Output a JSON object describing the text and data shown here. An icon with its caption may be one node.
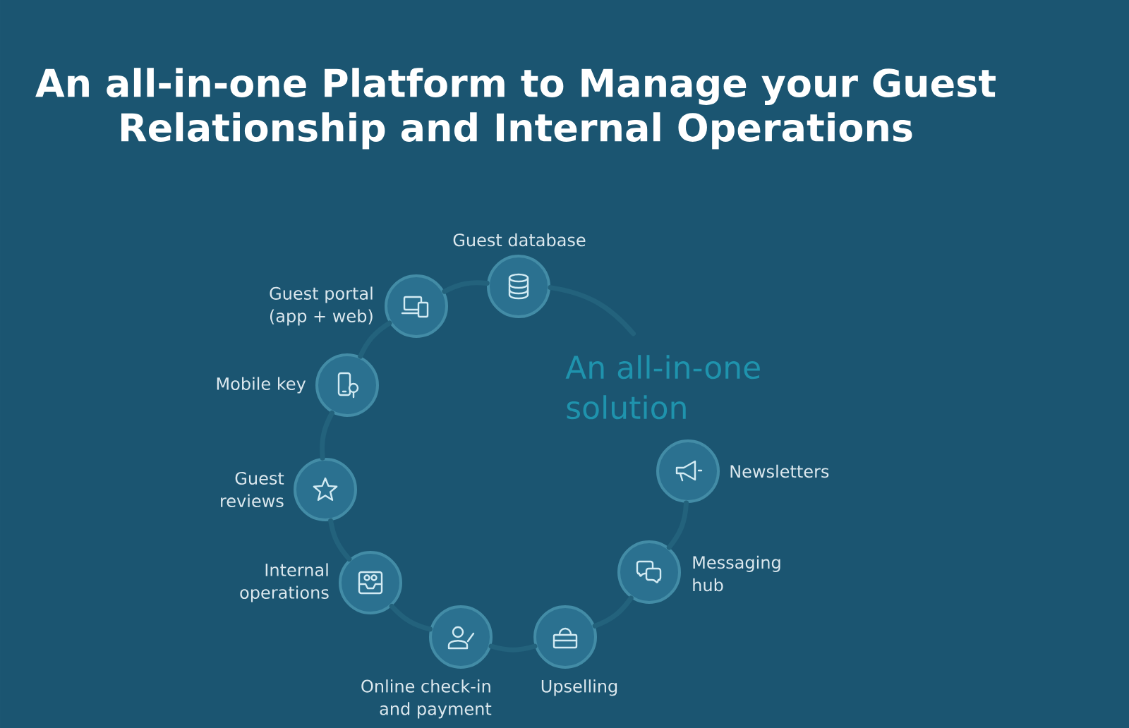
{
  "diagram": {
    "title": "An all-in-one Platform to Manage your Guest Relationship and Internal Operations",
    "nodes": [
      {
        "text": [
          "Guest database"
        ]
      },
      {
        "text": [
          "Guest portal (app + web)"
        ]
      },
      {
        "text": [
          "Mobile key"
        ]
      },
      {
        "text": [
          "Guest reviews"
        ]
      },
      {
        "text": [
          "Internal operations"
        ]
      },
      {
        "text": [
          "Online check-in and payment"
        ]
      },
      {
        "text": [
          "Upselling"
        ]
      },
      {
        "text": [
          "Messaging hub"
        ]
      },
      {
        "text": [
          "Newsletters"
        ]
      }
    ],
    "edges": [
      {
        "from": 0,
        "to": 1,
        "arrow": "none"
      },
      {
        "from": 1,
        "to": 2,
        "arrow": "none"
      },
      {
        "from": 2,
        "to": 3,
        "arrow": "none"
      },
      {
        "from": 3,
        "to": 4,
        "arrow": "none"
      },
      {
        "from": 4,
        "to": 5,
        "arrow": "none"
      },
      {
        "from": 5,
        "to": 6,
        "arrow": "none"
      },
      {
        "from": 6,
        "to": 7,
        "arrow": "none"
      },
      {
        "from": 7,
        "to": 8,
        "arrow": "none"
      },
      {
        "from": 0,
        "to": null,
        "arrow": "none"
      }
    ],
    "labels": [
      "An all-in-one solution"
    ]
  }
}
